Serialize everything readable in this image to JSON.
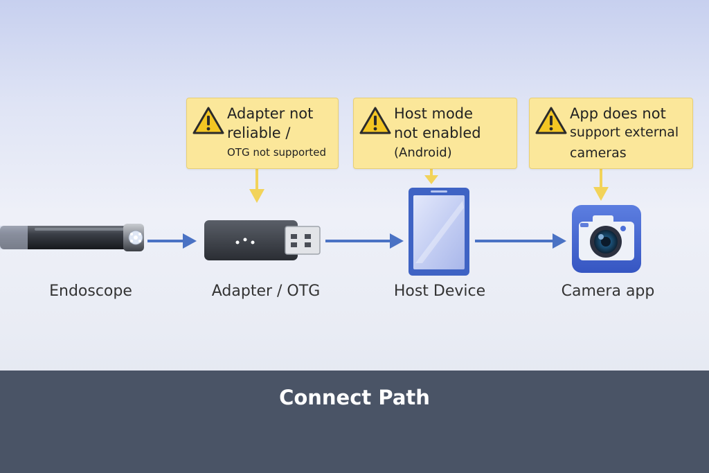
{
  "callouts": {
    "adapter": {
      "line1": "Adapter not",
      "line2": "reliable /",
      "line3": "OTG not supported"
    },
    "host": {
      "line1": "Host mode",
      "line2": "not enabled",
      "line3": "(Android)"
    },
    "app": {
      "line1": "App does not",
      "line2": "support external",
      "line3": "cameras"
    }
  },
  "nodes": {
    "endoscope": "Endoscope",
    "adapter": "Adapter / OTG",
    "host": "Host Device",
    "camera_app": "Camera app"
  },
  "footer": {
    "title": "Connect Path"
  },
  "colors": {
    "arrow": "#4a72c4",
    "callout_bg": "#fbe79a",
    "callout_arrow": "#f2d35a",
    "warning": "#f3c623",
    "footer_bg": "#4a5466"
  }
}
